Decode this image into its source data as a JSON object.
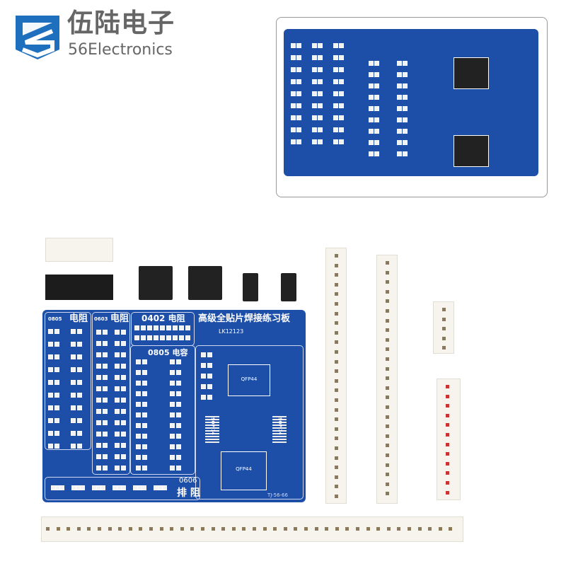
{
  "brand": {
    "name_cn": "伍陆电子",
    "name_en": "56Electronics",
    "color": "#1f6fbf"
  },
  "pcb": {
    "title": "高级全贴片焊接练习板",
    "model": "LK12123",
    "sec_0805_r": "0805",
    "sec_0603_r": "0603",
    "resistor": "电阻",
    "sec_0402": "0402 电阻",
    "sec_0805_c": "0805 电容",
    "sec_0606": "0606",
    "network": "排 阻",
    "qfp": "QFP44",
    "sop": "SOP-14",
    "code": "TJ-56-66",
    "color": "#1d4fa8"
  }
}
